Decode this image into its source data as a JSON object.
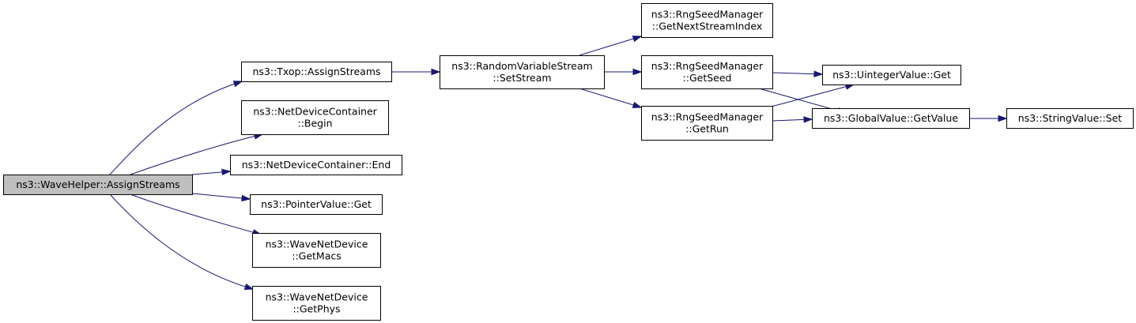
{
  "nodes": {
    "wavehelper_assignstreams": [
      "ns3::WaveHelper::AssignStreams"
    ],
    "txop_assignstreams": [
      "ns3::Txop::AssignStreams"
    ],
    "netdevicecontainer_begin": [
      "ns3::NetDeviceContainer",
      "::Begin"
    ],
    "netdevicecontainer_end": [
      "ns3::NetDeviceContainer::End"
    ],
    "pointervalue_get": [
      "ns3::PointerValue::Get"
    ],
    "wavenetdevice_getmacs": [
      "ns3::WaveNetDevice",
      "::GetMacs"
    ],
    "wavenetdevice_getphys": [
      "ns3::WaveNetDevice",
      "::GetPhys"
    ],
    "randomvariablestream_setstream": [
      "ns3::RandomVariableStream",
      "::SetStream"
    ],
    "rngseedmanager_getnextstreamindex": [
      "ns3::RngSeedManager",
      "::GetNextStreamIndex"
    ],
    "rngseedmanager_getseed": [
      "ns3::RngSeedManager",
      "::GetSeed"
    ],
    "rngseedmanager_getrun": [
      "ns3::RngSeedManager",
      "::GetRun"
    ],
    "uintegervalue_get": [
      "ns3::UintegerValue::Get"
    ],
    "globalvalue_getvalue": [
      "ns3::GlobalValue::GetValue"
    ],
    "stringvalue_set": [
      "ns3::StringValue::Set"
    ]
  },
  "colors": {
    "edge": "#191970",
    "root_fill": "#bfbfbf",
    "node_fill": "#ffffff",
    "node_border": "#000000"
  }
}
